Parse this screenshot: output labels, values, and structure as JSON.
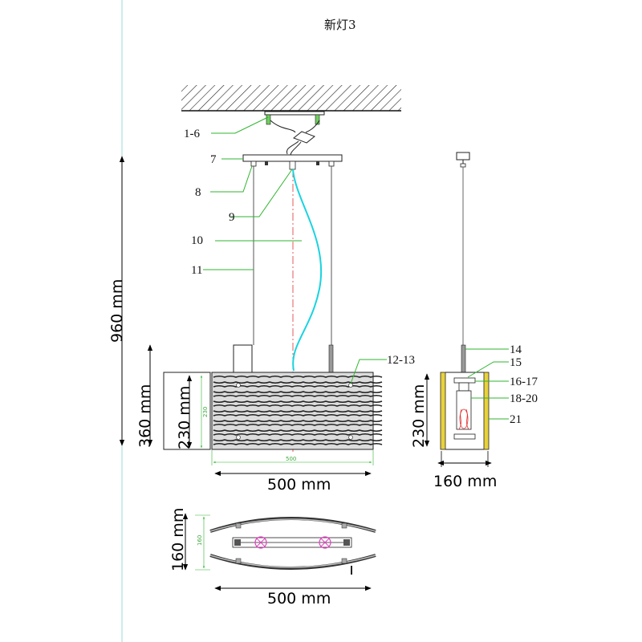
{
  "title": "新灯3",
  "callouts": {
    "c1": "1-6",
    "c7": "7",
    "c8": "8",
    "c9": "9",
    "c10": "10",
    "c11": "11",
    "c12": "12-13",
    "c14": "14",
    "c15": "15",
    "c16": "16-17",
    "c18": "18-20",
    "c21": "21"
  },
  "dimensions": {
    "total_height": "960 mm",
    "body_height": "360 mm",
    "shade_height": "230 mm",
    "shade_height_small": "230",
    "width_front": "500 mm",
    "width_front_small": "500",
    "side_height": "230 mm",
    "side_depth": "160 mm",
    "top_depth": "160 mm",
    "top_depth_small": "160",
    "top_width": "500 mm"
  },
  "colors": {
    "leader": "#2fb52f",
    "cable": "#19d3e0",
    "centerline": "#e03030",
    "bulb": "#e040c0",
    "accent_yellow": "#e8d23c"
  }
}
